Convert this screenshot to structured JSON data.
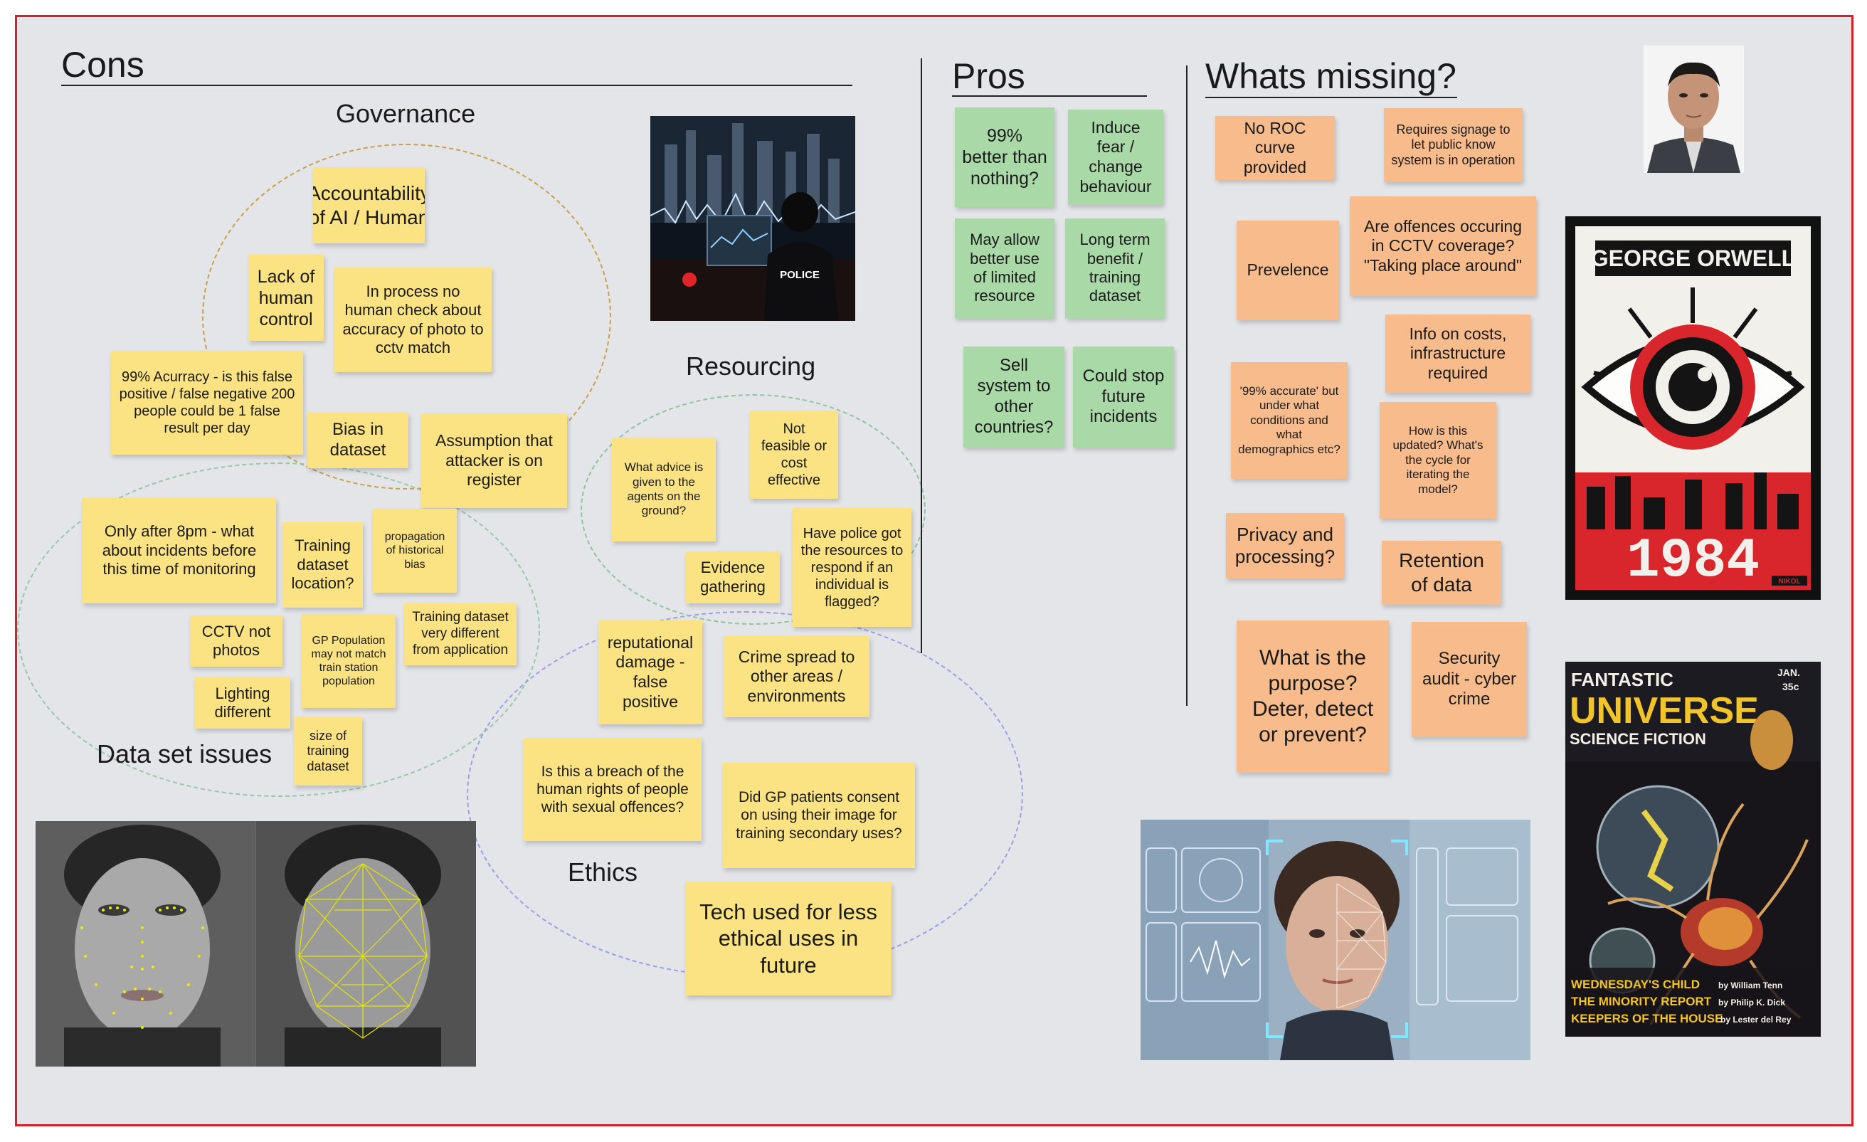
{
  "sections": {
    "cons": "Cons",
    "pros": "Pros",
    "missing": "Whats missing?"
  },
  "clusters": {
    "governance": "Governance",
    "resourcing": "Resourcing",
    "dataset": "Data set issues",
    "ethics": "Ethics"
  },
  "notes": {
    "accountability": "Accountability of AI / Human",
    "lack_control": "Lack of human control",
    "no_human_check": "In process no human check about accuracy of photo to cctv match",
    "accuracy_99": "99% Acurracy - is this false positive / false negative 200 people could be 1 false result per day",
    "bias_dataset": "Bias in dataset",
    "assumption_register": "Assumption that attacker is on register",
    "what_advice": "What advice is given to the agents on the ground?",
    "not_feasible": "Not feasible or cost effective",
    "police_resources": "Have police got the resources to respond if an individual is flagged?",
    "evidence": "Evidence gathering",
    "after_8pm": "Only after 8pm - what about incidents before this time of monitoring",
    "training_location": "Training dataset location?",
    "historical_bias": "propagation of historical bias",
    "training_different": "Training dataset very different from application",
    "cctv_not_photos": "CCTV not photos",
    "gp_population": "GP Population may not match train station population",
    "lighting": "Lighting different",
    "size_training": "size of training dataset",
    "reputational": "reputational damage - false positive",
    "crime_spread": "Crime spread to other areas / environments",
    "human_rights": "Is this a breach of the human rights of people with sexual offences?",
    "gp_consent": "Did GP patients consent on using their image for training secondary uses?",
    "less_ethical": "Tech used for less ethical uses in future",
    "better_nothing": "99% better than nothing?",
    "induce_fear": "Induce fear / change behaviour",
    "limited_resource": "May allow better use of limited resource",
    "long_term": "Long term benefit / training dataset",
    "sell_system": "Sell system to other countries?",
    "stop_incidents": "Could stop future incidents",
    "no_roc": "No ROC curve provided",
    "signage": "Requires signage to let public know system is in operation",
    "prevalence": "Prevelence",
    "offences_cctv": "Are offences occuring in CCTV coverage? \"Taking place around\"",
    "info_costs": "Info on costs, infrastructure required",
    "accurate_conditions": "'99% accurate' but under what conditions and what demographics etc?",
    "how_updated": "How is this updated? What's the cycle for iterating the model?",
    "privacy": "Privacy and processing?",
    "retention": "Retention of data",
    "purpose": "What is the purpose? Deter, detect or prevent?",
    "security_audit": "Security audit - cyber crime"
  },
  "images": {
    "police": {
      "badge": "POLICE"
    },
    "orwell": {
      "author": "GEORGE ORWELL",
      "title": "1984",
      "artist": "NIKOL"
    },
    "magazine": {
      "line1": "FANTASTIC",
      "line2": "UNIVERSE",
      "line3": "SCIENCE FICTION",
      "date": "JAN.",
      "price": "35c",
      "story1": "WEDNESDAY'S CHILD",
      "author1": "by William Tenn",
      "story2": "THE MINORITY REPORT",
      "author2": "by Philip K. Dick",
      "story3": "KEEPERS OF THE HOUSE",
      "author3": "by Lester del Rey"
    }
  },
  "colors": {
    "frame_border": "#d32029",
    "board": "#e3e5e9",
    "yellow_note": "#fbe384",
    "green_note": "#a9d9a7",
    "orange_note": "#f7bb8c",
    "governance_ring": "#c9a04a",
    "resourcing_ring": "#8fc49b",
    "dataset_ring": "#98c6a6",
    "ethics_ring": "#9aa0e8"
  },
  "icons": [
    "face-landmark-image",
    "police-operator-image",
    "portrait-photo",
    "orwell-1984-poster",
    "fantastic-universe-cover",
    "face-scan-image"
  ]
}
